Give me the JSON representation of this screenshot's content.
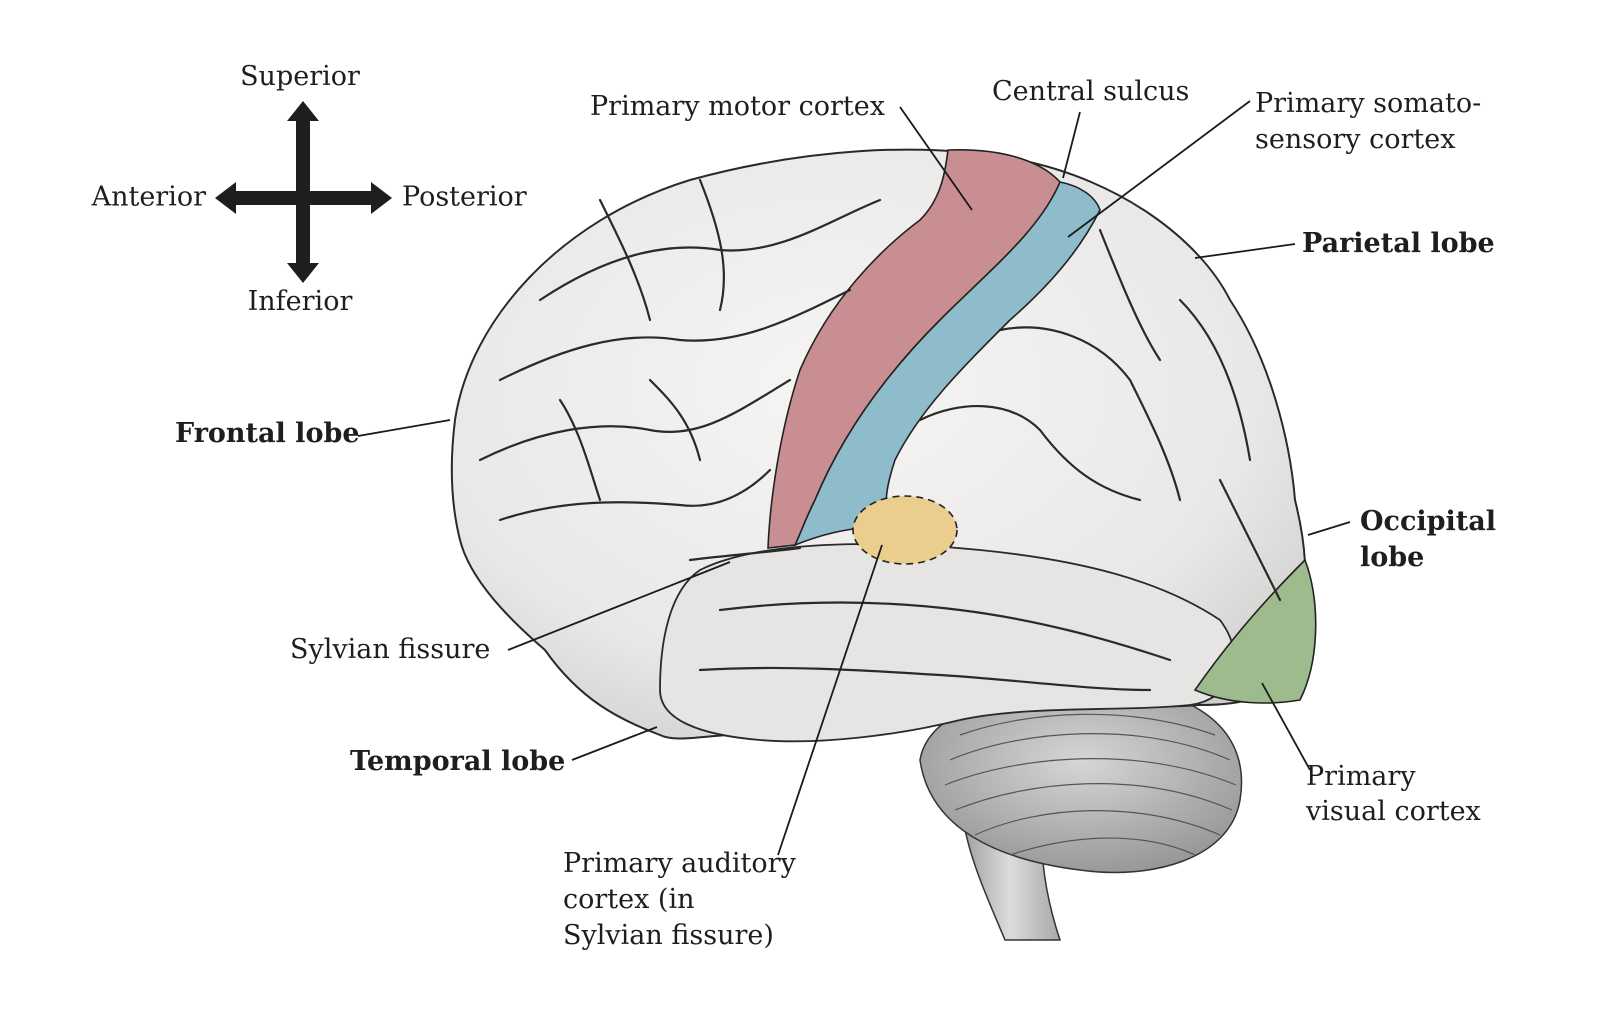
{
  "figure": {
    "type": "lateral-brain-diagram",
    "orientation_compass": {
      "up": "Superior",
      "down": "Inferior",
      "left": "Anterior",
      "right": "Posterior"
    },
    "labels": {
      "primary_motor_cortex": "Primary motor cortex",
      "central_sulcus": "Central sulcus",
      "somatosensory_line1": "Primary somato-",
      "somatosensory_line2": "sensory cortex",
      "parietal_lobe": "Parietal lobe",
      "frontal_lobe": "Frontal lobe",
      "occipital_line1": "Occipital",
      "occipital_line2": "lobe",
      "sylvian_fissure": "Sylvian fissure",
      "temporal_lobe": "Temporal lobe",
      "visual_line1": "Primary",
      "visual_line2": "visual cortex",
      "auditory_line1": "Primary auditory",
      "auditory_line2": "cortex (in",
      "auditory_line3": "Sylvian fissure)"
    },
    "region_colors": {
      "motor": "#c98e92",
      "somatosensory": "#8fbccb",
      "auditory": "#ebcd8d",
      "visual": "#9dbb8c",
      "cortex": "#ecebea",
      "cerebellum": "#bdbdbd"
    }
  }
}
